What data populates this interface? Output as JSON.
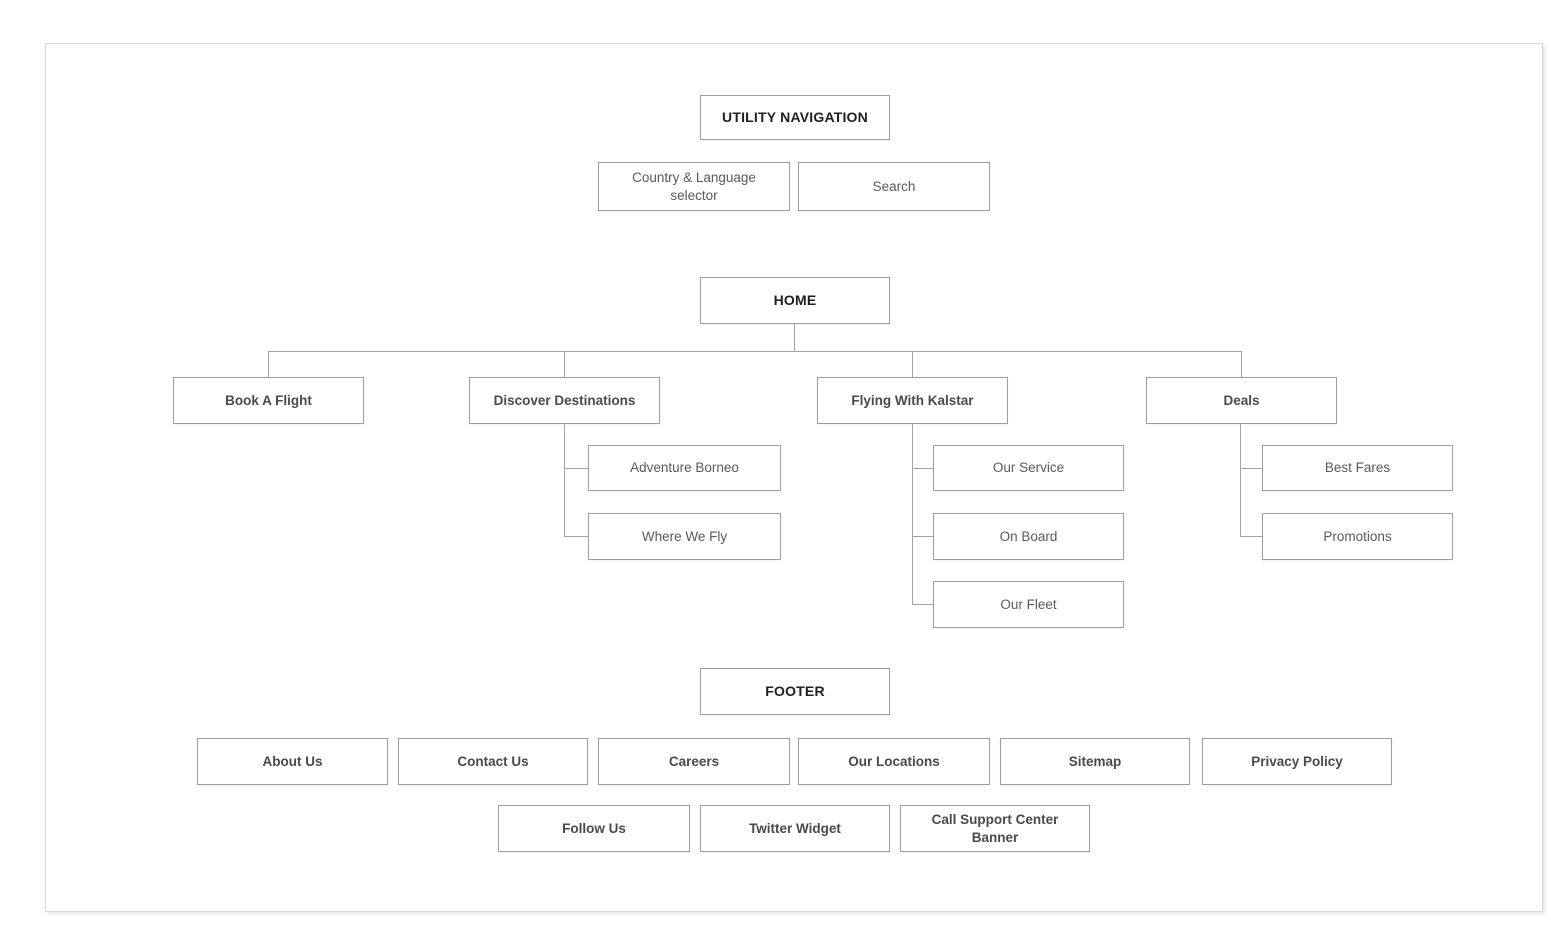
{
  "sitemap": {
    "utility_navigation": {
      "label": "UTILITY NAVIGATION",
      "children": [
        {
          "label": "Country & Language selector"
        },
        {
          "label": "Search"
        }
      ]
    },
    "home": {
      "label": "HOME",
      "children": [
        {
          "label": "Book A Flight",
          "children": []
        },
        {
          "label": "Discover Destinations",
          "children": [
            {
              "label": "Adventure Borneo"
            },
            {
              "label": "Where We Fly"
            }
          ]
        },
        {
          "label": "Flying With Kalstar",
          "children": [
            {
              "label": "Our Service"
            },
            {
              "label": "On Board"
            },
            {
              "label": "Our Fleet"
            }
          ]
        },
        {
          "label": "Deals",
          "children": [
            {
              "label": "Best Fares"
            },
            {
              "label": "Promotions"
            }
          ]
        }
      ]
    },
    "footer": {
      "label": "FOOTER",
      "links": [
        {
          "label": "About Us"
        },
        {
          "label": "Contact Us"
        },
        {
          "label": "Careers"
        },
        {
          "label": "Our Locations"
        },
        {
          "label": "Sitemap"
        },
        {
          "label": "Privacy Policy"
        }
      ],
      "widgets": [
        {
          "label": "Follow Us"
        },
        {
          "label": "Twitter Widget"
        },
        {
          "label": "Call Support Center Banner"
        }
      ]
    }
  },
  "colors": {
    "box_border": "#9e9e9e",
    "line": "#a3a3a3",
    "frame_border": "#d9d9d9",
    "text_section": "#1f1f1f",
    "text_bold": "#4a4a4a",
    "text_regular": "#5a5a5a",
    "background": "#ffffff"
  }
}
